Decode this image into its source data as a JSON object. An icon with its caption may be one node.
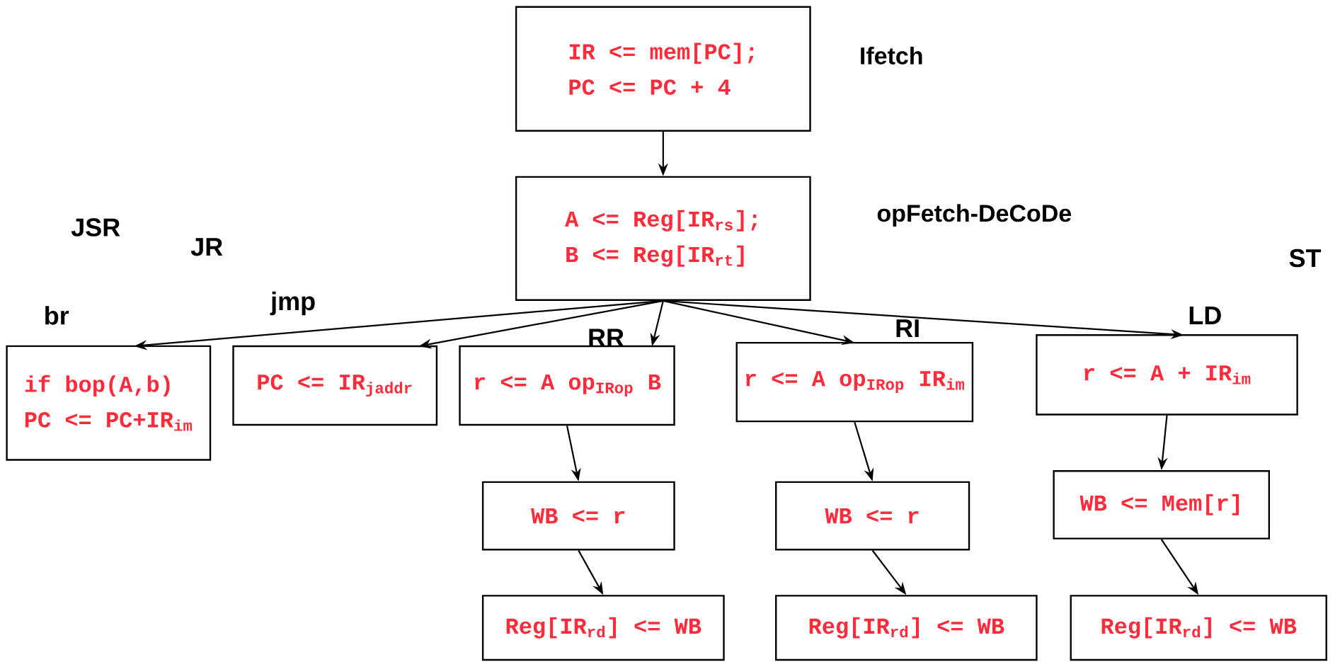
{
  "diagram": {
    "nodes": [
      {
        "text": [
          "IR <= mem[PC];",
          "PC <= PC + 4"
        ],
        "beside": [
          "Ifetch"
        ]
      },
      {
        "text": [
          "A <= Reg[IR$_{rs}$];",
          "B <= Reg[IR$_{rt}$]"
        ],
        "beside": [
          "opFetch-DeCoDe"
        ]
      },
      {
        "text": [
          "if bop(A,b)",
          "PC <= PC+IR$_{im}$"
        ]
      },
      {
        "text": [
          "PC <= IR$_{jaddr}$"
        ]
      },
      {
        "text": [
          "r <= A op$_{IRop}$ B"
        ]
      },
      {
        "text": [
          "r <= A op$_{IRop}$ IR$_{im}$"
        ]
      },
      {
        "text": [
          "r <= A + IR$_{im}$"
        ]
      },
      {
        "text": [
          "WB <= r"
        ]
      },
      {
        "text": [
          "WB <= r"
        ]
      },
      {
        "text": [
          "WB <= Mem[r]"
        ]
      },
      {
        "text": [
          "Reg[IR$_{rd}$] <= WB"
        ]
      },
      {
        "text": [
          "Reg[IR$_{rd}$] <= WB"
        ]
      },
      {
        "text": [
          "Reg[IR$_{rd}$] <= WB"
        ]
      }
    ],
    "edges": [
      {
        "from": 0,
        "to": 1,
        "arrow": "to"
      },
      {
        "from": 1,
        "to": 2,
        "arrow": "to"
      },
      {
        "from": 1,
        "to": 3,
        "arrow": "to"
      },
      {
        "from": 1,
        "to": 4,
        "arrow": "to"
      },
      {
        "from": 1,
        "to": 5,
        "arrow": "to"
      },
      {
        "from": 1,
        "to": 6,
        "arrow": "to"
      },
      {
        "from": 4,
        "to": 7,
        "arrow": "to"
      },
      {
        "from": 7,
        "to": 10,
        "arrow": "to"
      },
      {
        "from": 5,
        "to": 8,
        "arrow": "to"
      },
      {
        "from": 8,
        "to": 11,
        "arrow": "to"
      },
      {
        "from": 6,
        "to": 9,
        "arrow": "to"
      },
      {
        "from": 9,
        "to": 12,
        "arrow": "to"
      }
    ],
    "labels": [
      "JSR",
      "JR",
      "ST",
      "br",
      "jmp",
      "LD",
      "RR",
      "RI"
    ]
  }
}
